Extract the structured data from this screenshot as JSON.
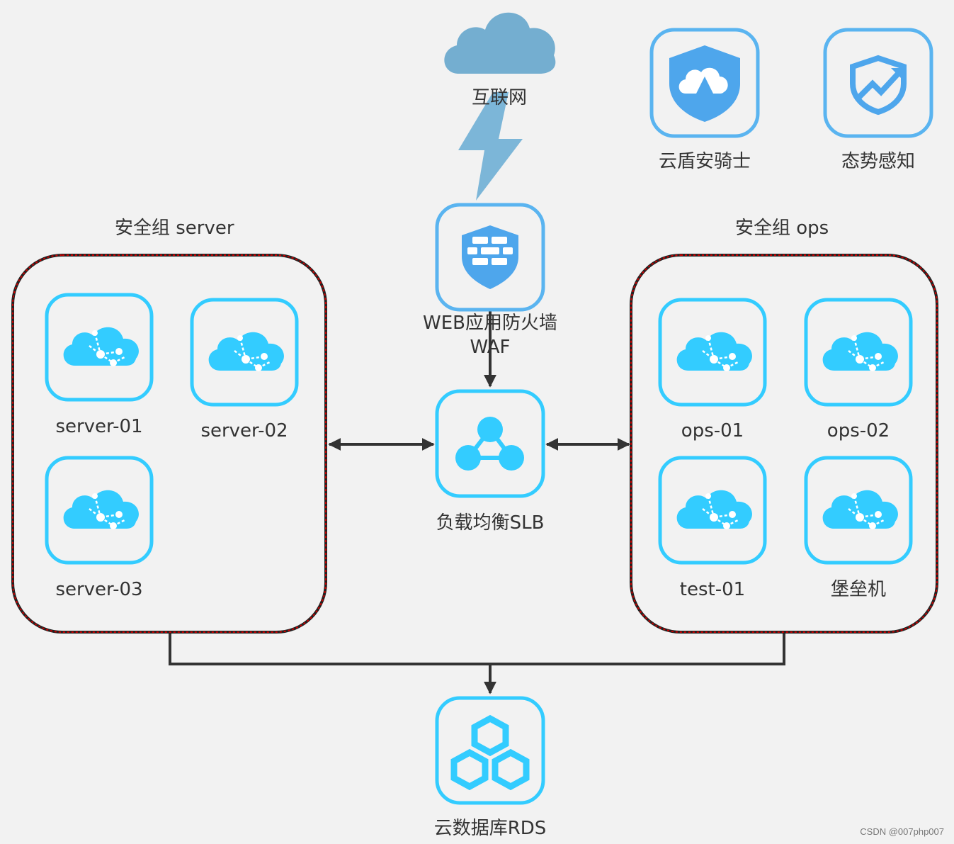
{
  "internet": {
    "label": "互联网"
  },
  "security_services": [
    {
      "label": "云盾安骑士",
      "icon": "cloud-shield-icon"
    },
    {
      "label": "态势感知",
      "icon": "situation-awareness-icon"
    }
  ],
  "waf": {
    "label_line1": "WEB应用防火墙",
    "label_line2": "WAF",
    "icon": "firewall-shield-icon"
  },
  "slb": {
    "label": "负载均衡SLB",
    "icon": "load-balancer-icon"
  },
  "rds": {
    "label": "云数据库RDS",
    "icon": "database-hexagon-icon"
  },
  "groups": {
    "server": {
      "title": "安全组 server",
      "nodes": [
        {
          "label": "server-01"
        },
        {
          "label": "server-02"
        },
        {
          "label": "server-03"
        }
      ]
    },
    "ops": {
      "title": "安全组 ops",
      "nodes": [
        {
          "label": "ops-01"
        },
        {
          "label": "ops-02"
        },
        {
          "label": "test-01"
        },
        {
          "label": "堡垒机"
        }
      ]
    }
  },
  "watermark": "CSDN @007php007",
  "colors": {
    "icon_blue": "#33ccff",
    "frame_blue": "#5ab4f0",
    "shield_blue": "#4ea6ec",
    "cloud_blue": "#74aed0",
    "group_border_red": "#cc0000",
    "connector": "#333333"
  }
}
